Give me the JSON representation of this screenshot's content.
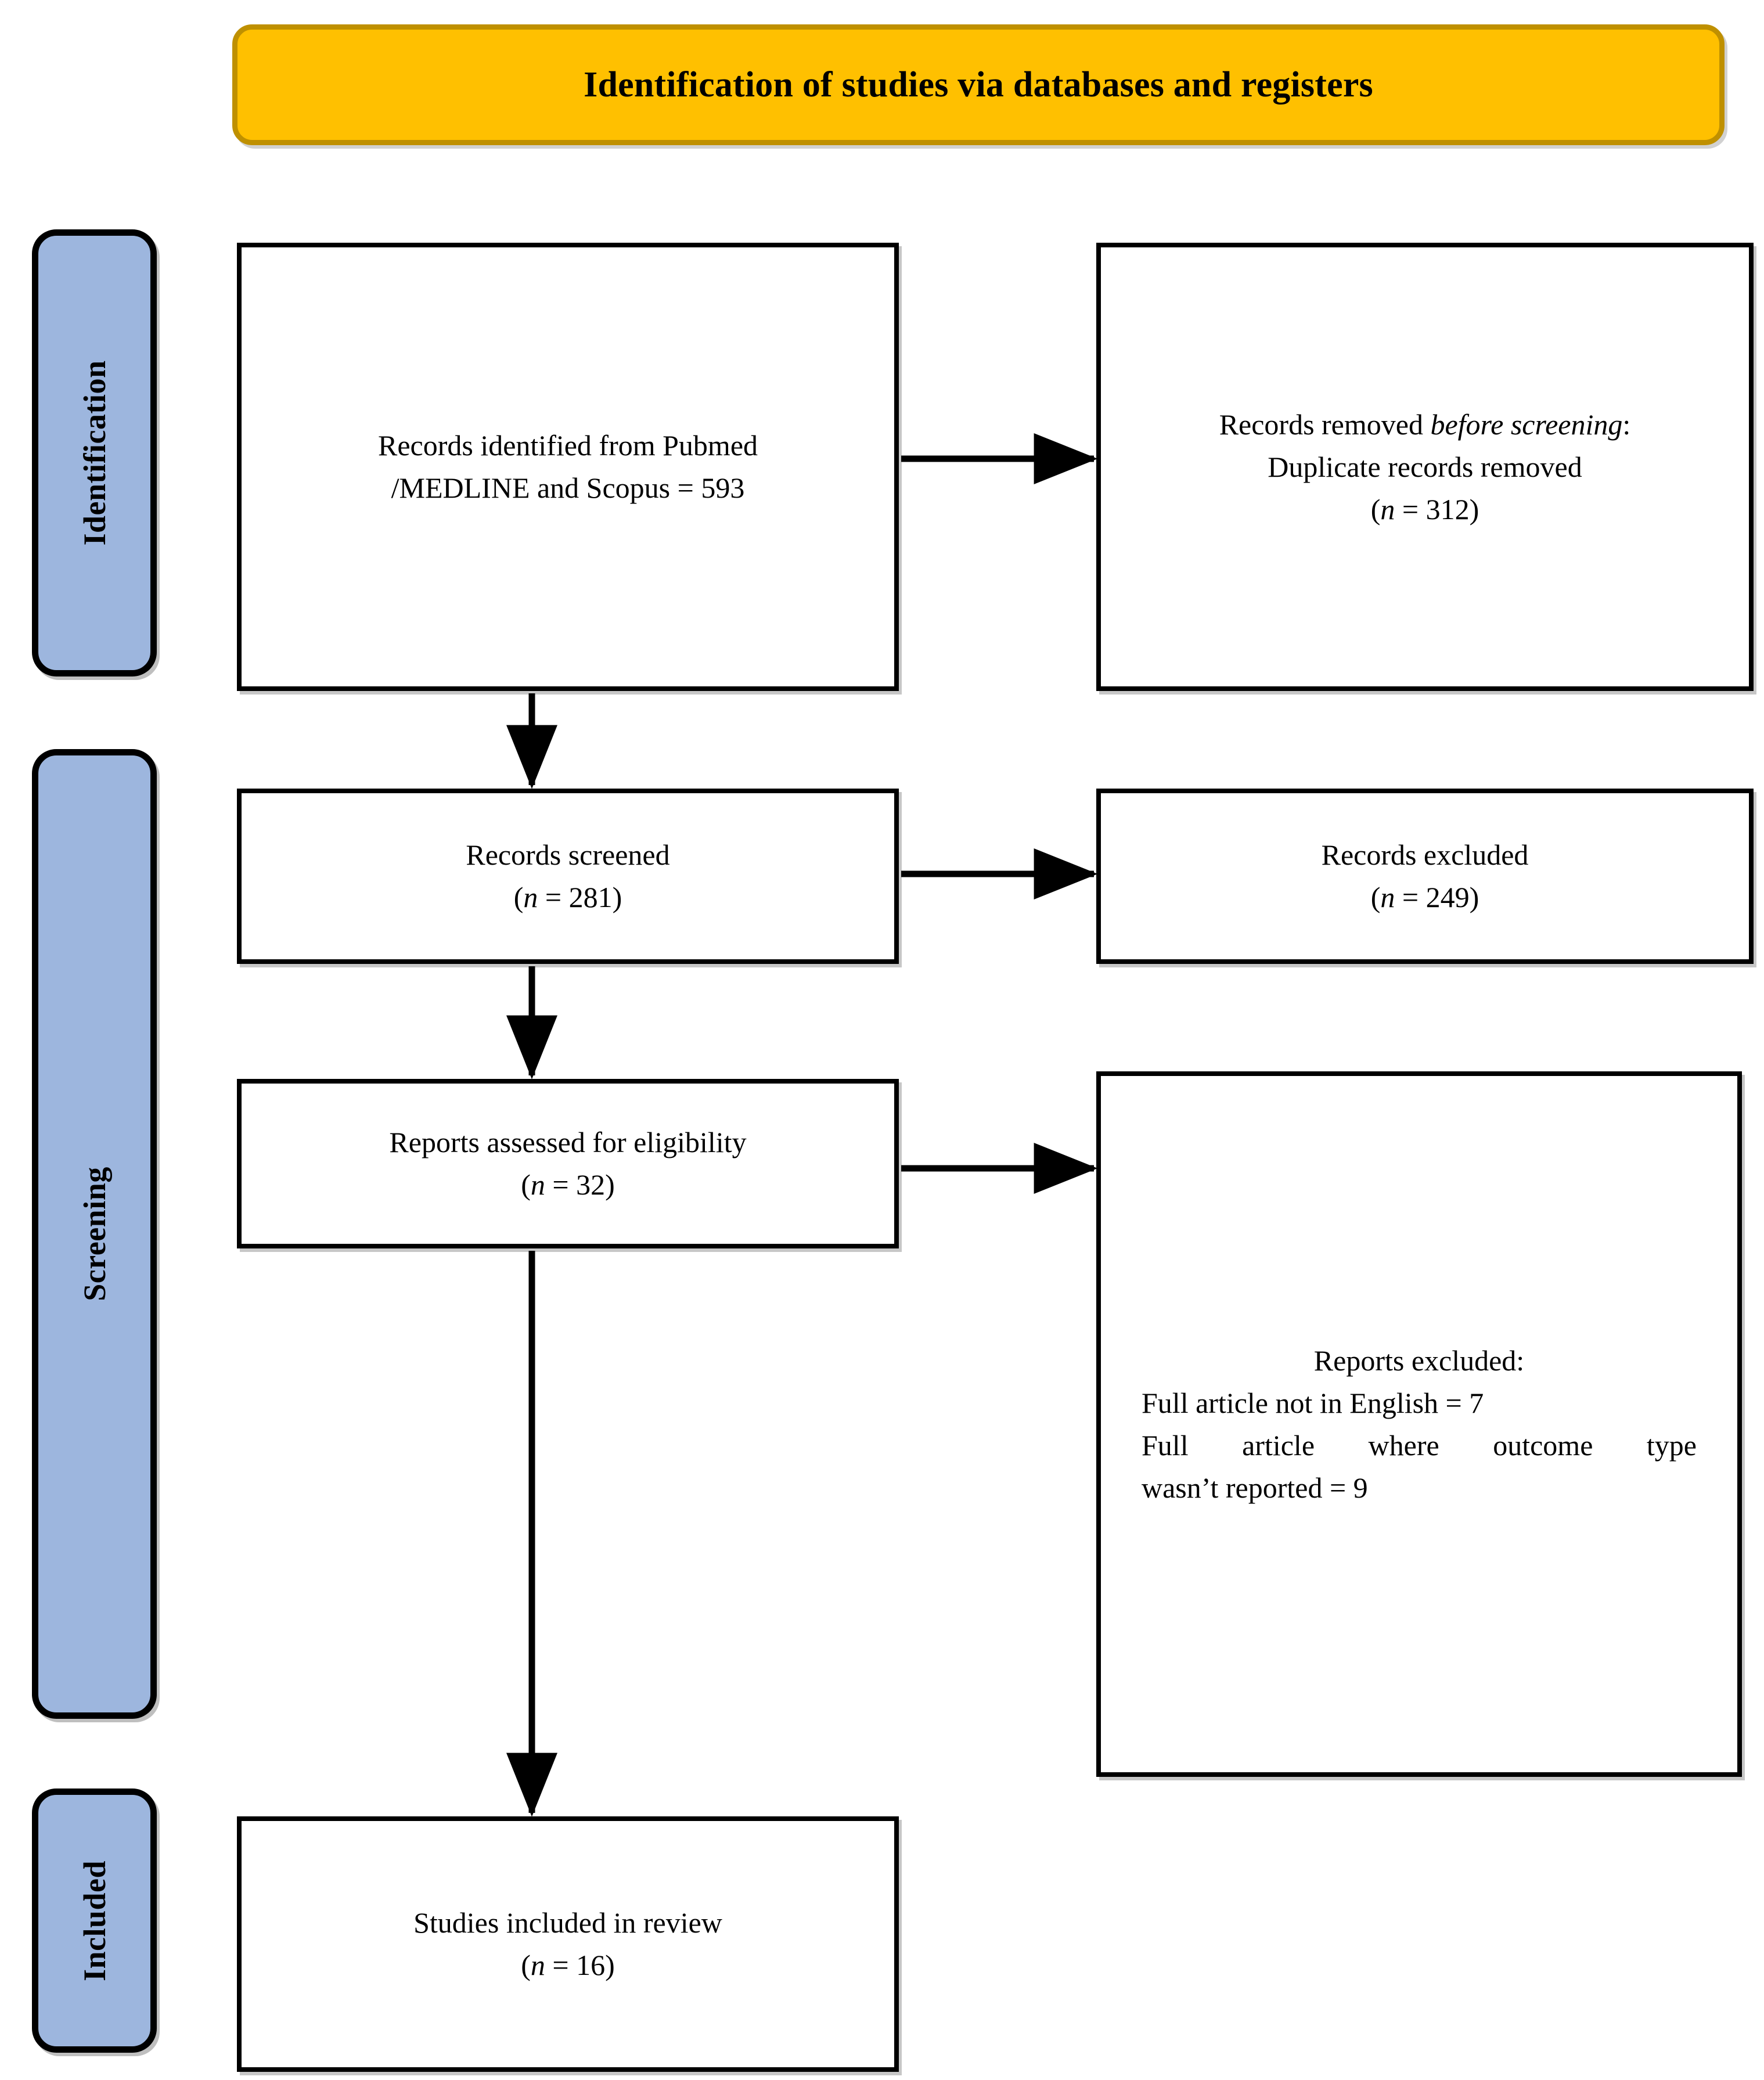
{
  "header": {
    "title": "Identification of studies via databases and registers",
    "background_color": "#FFC000",
    "border_color": "#BF9000"
  },
  "stages": [
    {
      "id": "identification",
      "label": "Identification",
      "color": "#9DB6DE"
    },
    {
      "id": "screening",
      "label": "Screening",
      "color": "#9DB6DE"
    },
    {
      "id": "included",
      "label": "Included",
      "color": "#9DB6DE"
    }
  ],
  "boxes": {
    "identified": {
      "line1": "Records identified from Pubmed",
      "line2": "/MEDLINE and Scopus = 593"
    },
    "removed": {
      "line1_a": "Records removed ",
      "line1_b": "before screening",
      "line1_c": ":",
      "line2": "Duplicate records removed",
      "line3_a": "(",
      "line3_b": "n",
      "line3_c": " = 312)"
    },
    "screened": {
      "line1": "Records screened",
      "line2_a": "(",
      "line2_b": "n",
      "line2_c": " = 281)"
    },
    "records_excluded": {
      "line1": "Records excluded",
      "line2_a": "(",
      "line2_b": "n",
      "line2_c": " = 249)"
    },
    "eligibility": {
      "line1": "Reports assessed for eligibility",
      "line2_a": "(",
      "line2_b": "n",
      "line2_c": " = 32)"
    },
    "reports_excluded": {
      "line1": "Reports excluded:",
      "line2": "Full article not in English = 7",
      "line3": "Full article where outcome type",
      "line4": "wasn’t reported = 9"
    },
    "included": {
      "line1": "Studies included in review",
      "line2_a": "(",
      "line2_b": "n",
      "line2_c": " = 16)"
    }
  },
  "chart_data": {
    "type": "diagram",
    "title": "Identification of studies via databases and registers",
    "diagram_kind": "PRISMA 2020 flow diagram",
    "stages": [
      "Identification",
      "Screening",
      "Included"
    ],
    "nodes": [
      {
        "id": "identified",
        "stage": "Identification",
        "label": "Records identified from Pubmed /MEDLINE and Scopus",
        "n": 593
      },
      {
        "id": "removed",
        "stage": "Identification",
        "label": "Records removed before screening: Duplicate records removed",
        "n": 312
      },
      {
        "id": "screened",
        "stage": "Screening",
        "label": "Records screened",
        "n": 281
      },
      {
        "id": "records_excluded",
        "stage": "Screening",
        "label": "Records excluded",
        "n": 249
      },
      {
        "id": "eligibility",
        "stage": "Screening",
        "label": "Reports assessed for eligibility",
        "n": 32
      },
      {
        "id": "reports_excluded",
        "stage": "Screening",
        "label": "Reports excluded",
        "reasons": [
          {
            "reason": "Full article not in English",
            "n": 7
          },
          {
            "reason": "Full article where outcome type wasn’t reported",
            "n": 9
          }
        ]
      },
      {
        "id": "included",
        "stage": "Included",
        "label": "Studies included in review",
        "n": 16
      }
    ],
    "edges": [
      {
        "from": "identified",
        "to": "removed",
        "direction": "right"
      },
      {
        "from": "identified",
        "to": "screened",
        "direction": "down"
      },
      {
        "from": "screened",
        "to": "records_excluded",
        "direction": "right"
      },
      {
        "from": "screened",
        "to": "eligibility",
        "direction": "down"
      },
      {
        "from": "eligibility",
        "to": "reports_excluded",
        "direction": "right"
      },
      {
        "from": "eligibility",
        "to": "included",
        "direction": "down"
      }
    ]
  }
}
